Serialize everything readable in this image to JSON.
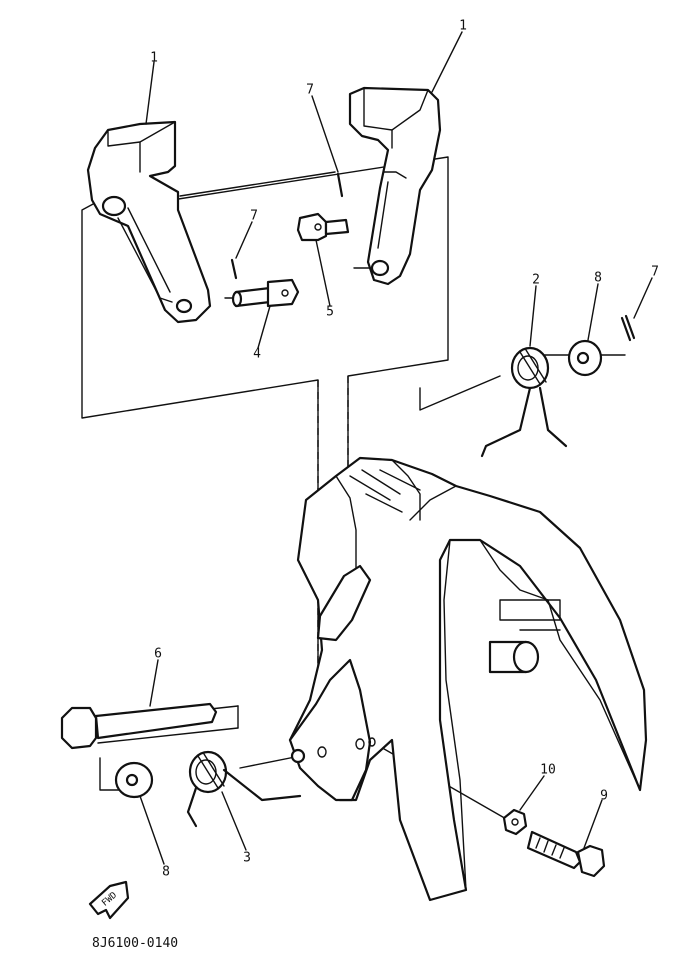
{
  "diagram": {
    "code": "8J6100-0140",
    "fwd_label": "FWD"
  },
  "callouts": [
    {
      "id": "c1a",
      "number": "1"
    },
    {
      "id": "c1b",
      "number": "1"
    },
    {
      "id": "c7a",
      "number": "7"
    },
    {
      "id": "c7b",
      "number": "7"
    },
    {
      "id": "c7c",
      "number": "7"
    },
    {
      "id": "c4",
      "number": "4"
    },
    {
      "id": "c5",
      "number": "5"
    },
    {
      "id": "c2",
      "number": "2"
    },
    {
      "id": "c8a",
      "number": "8"
    },
    {
      "id": "c6",
      "number": "6"
    },
    {
      "id": "c8b",
      "number": "8"
    },
    {
      "id": "c3",
      "number": "3"
    },
    {
      "id": "c10",
      "number": "10"
    },
    {
      "id": "c9",
      "number": "9"
    }
  ]
}
